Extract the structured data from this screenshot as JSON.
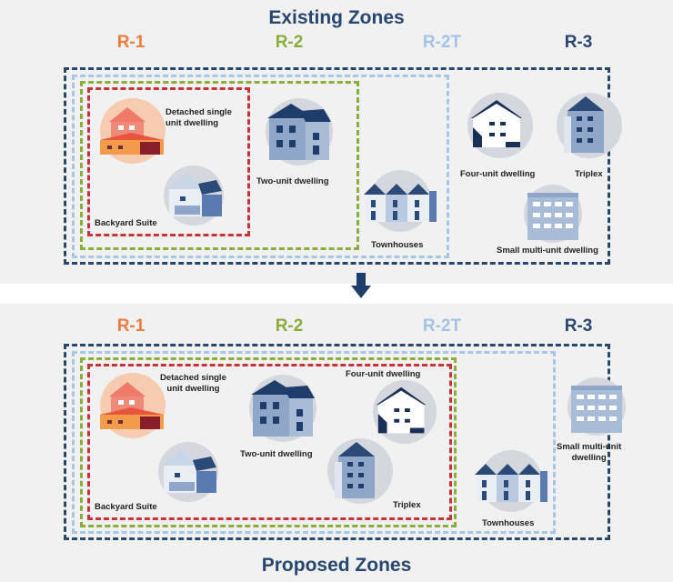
{
  "top": {
    "title": "Existing Zones",
    "zones": [
      "R-1",
      "R-2",
      "R-2T",
      "R-3"
    ],
    "buildings": {
      "detached": "Detached single\nunit dwelling",
      "backyard": "Backyard Suite",
      "two_unit": "Two-unit dwelling",
      "townhouses": "Townhouses",
      "four_unit": "Four-unit dwelling",
      "triplex": "Triplex",
      "small_multi": "Small multi-unit dwelling"
    }
  },
  "bottom": {
    "title": "Proposed Zones",
    "zones": [
      "R-1",
      "R-2",
      "R-2T",
      "R-3"
    ],
    "buildings": {
      "detached": "Detached single\nunit dwelling",
      "backyard": "Backyard Suite",
      "two_unit": "Two-unit dwelling",
      "four_unit": "Four-unit dwelling",
      "triplex": "Triplex",
      "townhouses": "Townhouses",
      "small_multi": "Small multi-unit\ndwelling"
    }
  },
  "colors": {
    "r1": "#c8333a",
    "r2": "#8aae3c",
    "r2t": "#a8c6e6",
    "r3": "#27476e",
    "r1_label": "#ee7c3e"
  },
  "icons": {
    "detached": "red-house-icon",
    "backyard": "blue-suite-icon",
    "two_unit": "two-unit-house-icon",
    "townhouses": "townhouses-icon",
    "four_unit": "four-unit-house-icon",
    "triplex": "triplex-icon",
    "small_multi": "apartment-building-icon",
    "arrow": "down-arrow-icon"
  }
}
